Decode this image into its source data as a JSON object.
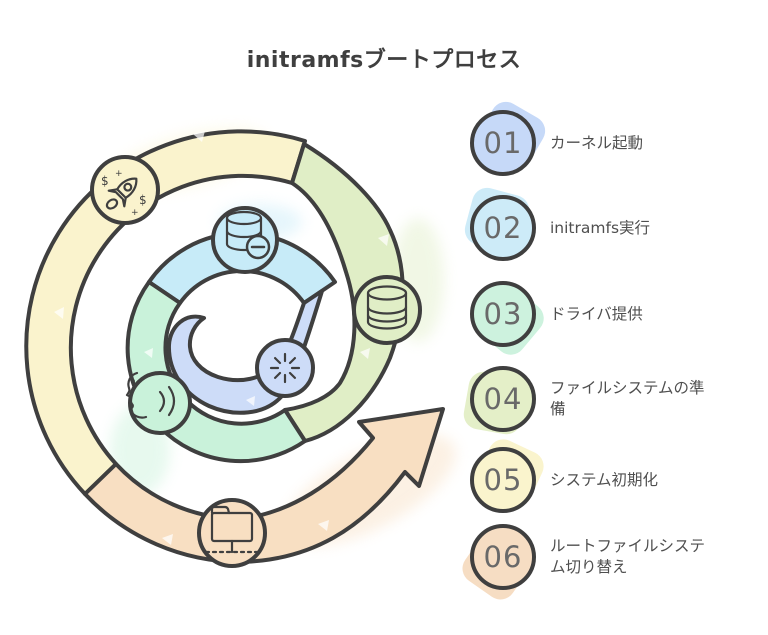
{
  "title": "initramfsブートプロセス",
  "steps": [
    {
      "number": "01",
      "label": "カーネル起動",
      "color": "#c6d9f8",
      "icon": "burst-icon"
    },
    {
      "number": "02",
      "label": "initramfs実行",
      "color": "#cdebf8",
      "icon": "database-minus-icon"
    },
    {
      "number": "03",
      "label": "ドライバ提供",
      "color": "#cdf2de",
      "icon": "speaking-face-icon"
    },
    {
      "number": "04",
      "label": "ファイルシステムの準備",
      "color": "#e4efc8",
      "icon": "database-icon"
    },
    {
      "number": "05",
      "label": "システム初期化",
      "color": "#faf4cd",
      "icon": "rocket-dollar-icon"
    },
    {
      "number": "06",
      "label": "ルートファイルシステム切り替え",
      "color": "#f6ddc3",
      "icon": "network-folder-icon"
    }
  ],
  "spiral": {
    "flow": "center outward, counterclockwise, ends in arrow pointing at step list",
    "colors": {
      "step1": "#cddcf8",
      "step2": "#c7ebf8",
      "step3": "#c9f2da",
      "step4": "#e0eec6",
      "step5": "#faf3cd",
      "step6": "#f8dfc2"
    }
  },
  "colors": {
    "outline": "#3f3f3f",
    "title_text": "#3f3f3f",
    "label_text": "#4f4f4f",
    "number_text": "#696969",
    "background": "#ffffff"
  }
}
